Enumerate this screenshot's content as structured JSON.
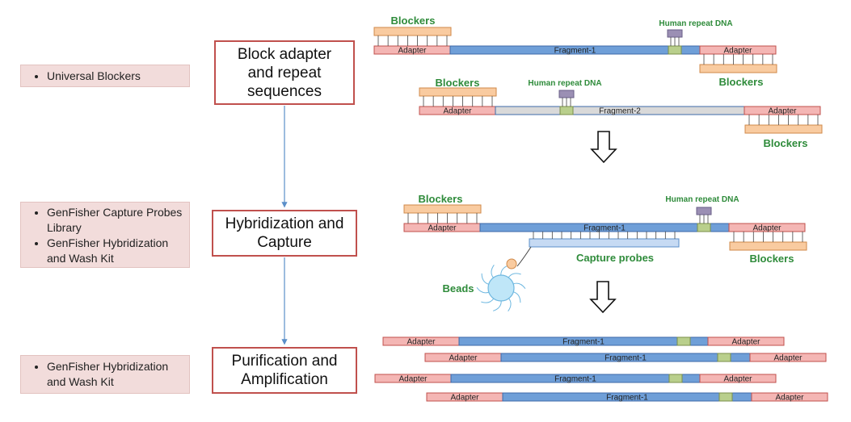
{
  "colors": {
    "adapter_fill": "#f4b6b4",
    "adapter_stroke": "#c0504d",
    "fragment_fill": "#6f9fd8",
    "fragment_stroke": "#3d6aa8",
    "fragment2_fill": "#d9d9d9",
    "repeat_fill": "#b9cf8c",
    "blocker_fill": "#f9cba0",
    "blocker_stroke": "#d08a4a",
    "capture_fill": "#c6daf3",
    "repeat_blocker_fill": "#9b8fb4",
    "label_green": "#2e8b3a",
    "step_border": "#c0504d",
    "side_box_fill": "#f2dcdb",
    "arrow_line": "#5b8fc9"
  },
  "side_boxes": [
    {
      "items": [
        "Universal Blockers"
      ]
    },
    {
      "items": [
        "GenFisher Capture Probes Library",
        "GenFisher Hybridization and Wash Kit"
      ]
    },
    {
      "items": [
        "GenFisher Hybridization and Wash Kit"
      ]
    }
  ],
  "steps": [
    {
      "label": "Block adapter and repeat sequences"
    },
    {
      "label": "Hybridization and Capture"
    },
    {
      "label": "Purification and Amplification"
    }
  ],
  "labels": {
    "blockers": "Blockers",
    "human_repeat_dna": "Human repeat DNA",
    "adapter": "Adapter",
    "fragment_1": "Fragment-1",
    "fragment_2": "Fragment-2",
    "capture_probes": "Capture probes",
    "beads": "Beads"
  },
  "icons": {
    "stage_arrow": "down-outline-arrow-icon",
    "bead": "bead-icon"
  }
}
